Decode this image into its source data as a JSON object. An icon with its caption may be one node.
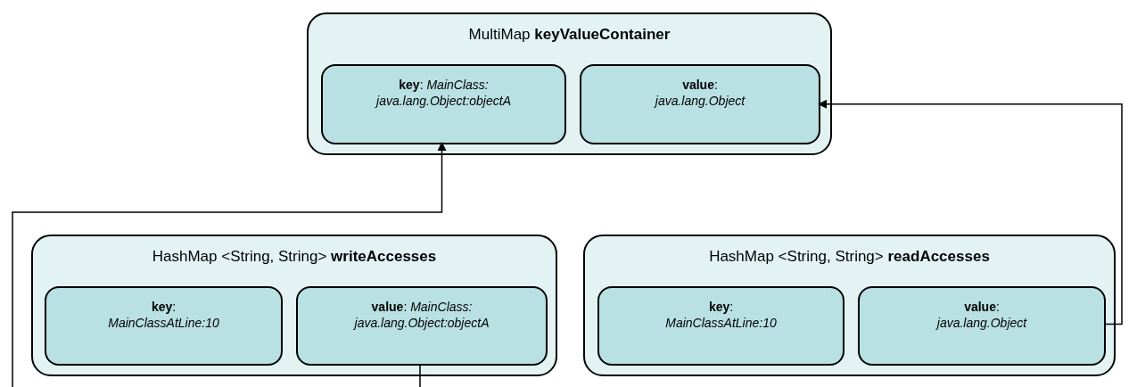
{
  "diagram": {
    "nodes": [
      {
        "text": [
          "MultiMap **keyValueContainer**"
        ]
      },
      {
        "text": [
          "**key**: *MainClass: java.lang.Object:objectA*"
        ],
        "in": 0
      },
      {
        "text": [
          "**value**: *java.lang.Object*"
        ],
        "in": 0
      },
      {
        "text": [
          "HashMap <String, String> **writeAccesses**"
        ]
      },
      {
        "text": [
          "**key**: *MainClassAtLine:10*"
        ],
        "in": 3
      },
      {
        "text": [
          "**value**: *MainClass: java.lang.Object:objectA*"
        ],
        "in": 3
      },
      {
        "text": [
          "HashMap <String, String> **readAccesses**"
        ]
      },
      {
        "text": [
          "**key**: *MainClassAtLine:10*"
        ],
        "in": 6
      },
      {
        "text": [
          "**value**: *java.lang.Object*"
        ],
        "in": 6
      }
    ],
    "edges": [
      {
        "from": 5,
        "to": 1,
        "arrow": "to"
      },
      {
        "from": 8,
        "to": 2,
        "arrow": "to"
      }
    ]
  }
}
